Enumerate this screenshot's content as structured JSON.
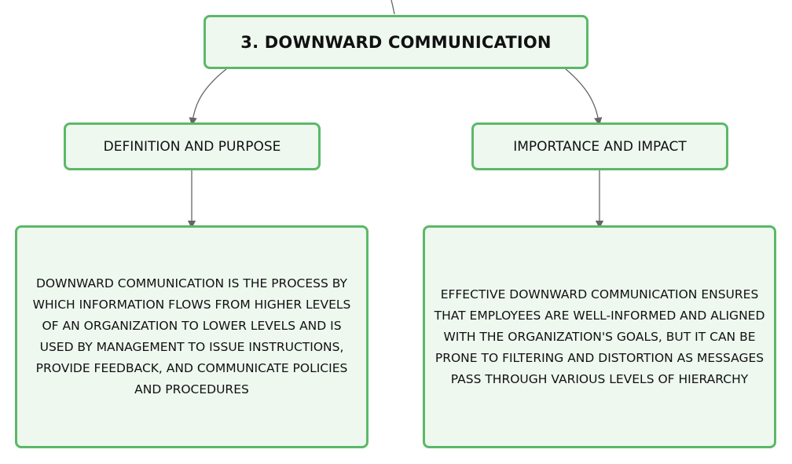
{
  "mindmap": {
    "root": {
      "title": "3. DOWNWARD COMMUNICATION"
    },
    "branches": [
      {
        "label": "DEFINITION AND PURPOSE",
        "detail": "DOWNWARD COMMUNICATION IS THE PROCESS BY WHICH INFORMATION FLOWS FROM HIGHER LEVELS OF AN ORGANIZATION TO LOWER LEVELS AND IS USED BY MANAGEMENT TO ISSUE INSTRUCTIONS, PROVIDE FEEDBACK, AND COMMUNICATE POLICIES AND PROCEDURES"
      },
      {
        "label": "IMPORTANCE AND IMPACT",
        "detail": "EFFECTIVE DOWNWARD COMMUNICATION ENSURES THAT EMPLOYEES ARE WELL-INFORMED AND ALIGNED WITH THE ORGANIZATION'S GOALS, BUT IT CAN BE PRONE TO FILTERING AND DISTORTION AS MESSAGES PASS THROUGH VARIOUS LEVELS OF HIERARCHY"
      }
    ],
    "colors": {
      "node_fill": "#eef8ef",
      "node_border": "#5cb868",
      "connector": "#666666",
      "text": "#111111"
    }
  }
}
